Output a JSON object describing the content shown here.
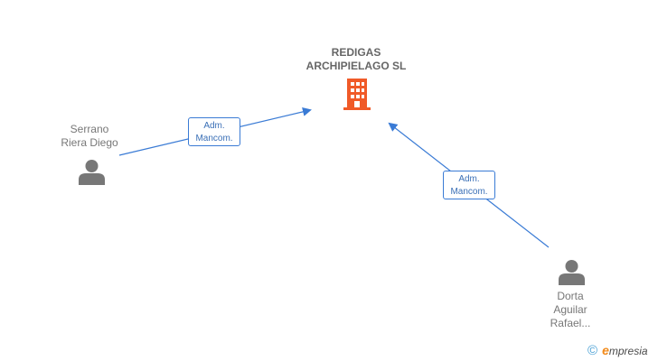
{
  "company": {
    "name_line1": "REDIGAS",
    "name_line2": "ARCHIPIELAGO SL",
    "icon": "building-icon",
    "icon_color": "#f05a28"
  },
  "persons": [
    {
      "name_lines": [
        "Serrano",
        "Riera Diego"
      ],
      "icon": "person-icon"
    },
    {
      "name_lines": [
        "Dorta",
        "Aguilar",
        "Rafael..."
      ],
      "icon": "person-icon"
    }
  ],
  "relations": [
    {
      "from": "Serrano Riera Diego",
      "role_line1": "Adm.",
      "role_line2": "Mancom."
    },
    {
      "from": "Dorta Aguilar Rafael...",
      "role_line1": "Adm.",
      "role_line2": "Mancom."
    }
  ],
  "branding": {
    "copyright_symbol": "©",
    "brand_first_letter": "e",
    "brand_rest": "mpresia"
  },
  "colors": {
    "link": "#3a7bd5",
    "person_icon": "#777777",
    "text": "#666666"
  }
}
